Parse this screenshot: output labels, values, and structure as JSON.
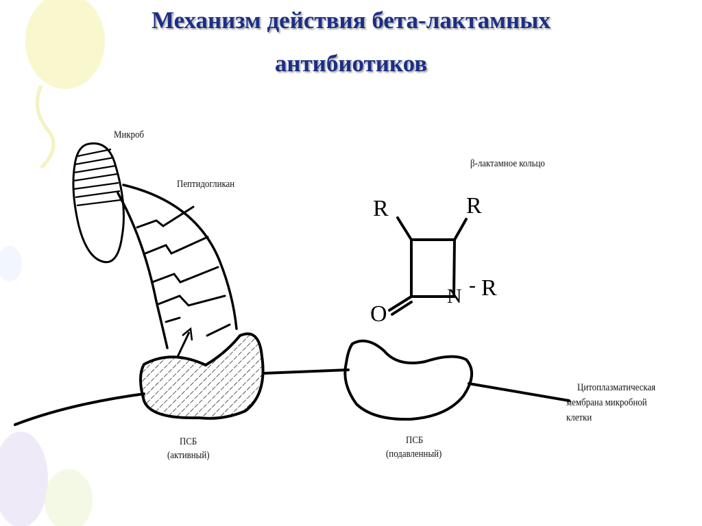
{
  "slide": {
    "title_line1": "Механизм действия бета-лактамных",
    "title_line2": "антибиотиков"
  },
  "labels": {
    "microbe": "Микроб",
    "peptidoglycan": "Пептидогликан",
    "beta_lactam_ring": "β-лактамное кольцо",
    "pbp_active": "ПСБ",
    "pbp_active_state": "(активный)",
    "pbp_suppressed": "ПСБ",
    "pbp_suppressed_state": "(подавленный)",
    "membrane_line1": "Цитоплазматическая",
    "membrane_line2": "мембрана микробной",
    "membrane_line3": "клетки"
  },
  "structure": {
    "r_top_left": "R",
    "r_top_right": "R",
    "r_nitrogen": "R",
    "nitrogen": "N",
    "oxygen": "O",
    "bond": "-"
  },
  "colors": {
    "title": "#1c2f86",
    "ink": "#000000",
    "decor_yellow": "#f7f4b8",
    "decor_lilac": "#e3dcf2"
  }
}
